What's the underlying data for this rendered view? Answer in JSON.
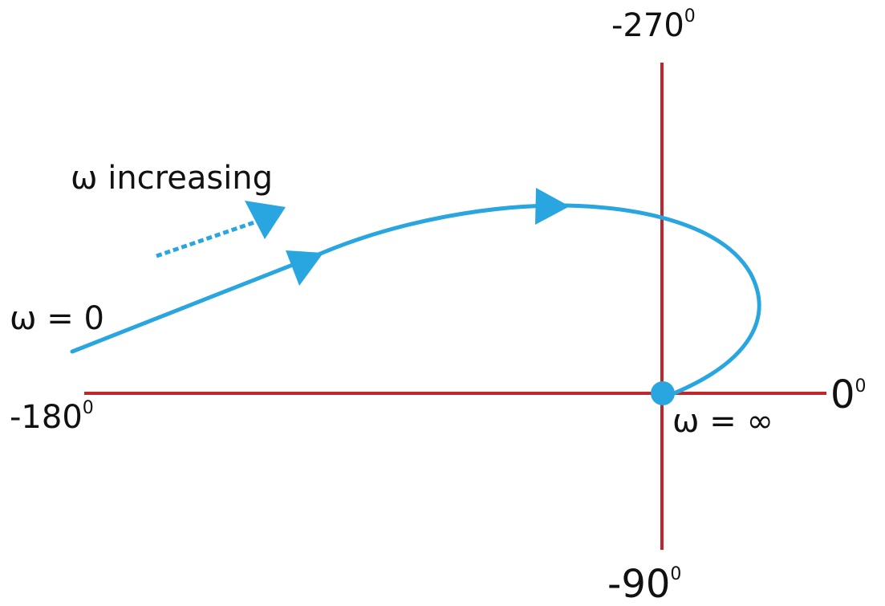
{
  "axes": {
    "left_label": "-180",
    "right_label": "0",
    "top_label": "-270",
    "bottom_label": "-90",
    "degree_mark": "0",
    "axis_color": "#c0272d"
  },
  "curve": {
    "color": "#29a6e0"
  },
  "annotations": {
    "direction_label": "ω increasing",
    "start_label": "ω = 0",
    "end_label": "ω = ∞"
  }
}
